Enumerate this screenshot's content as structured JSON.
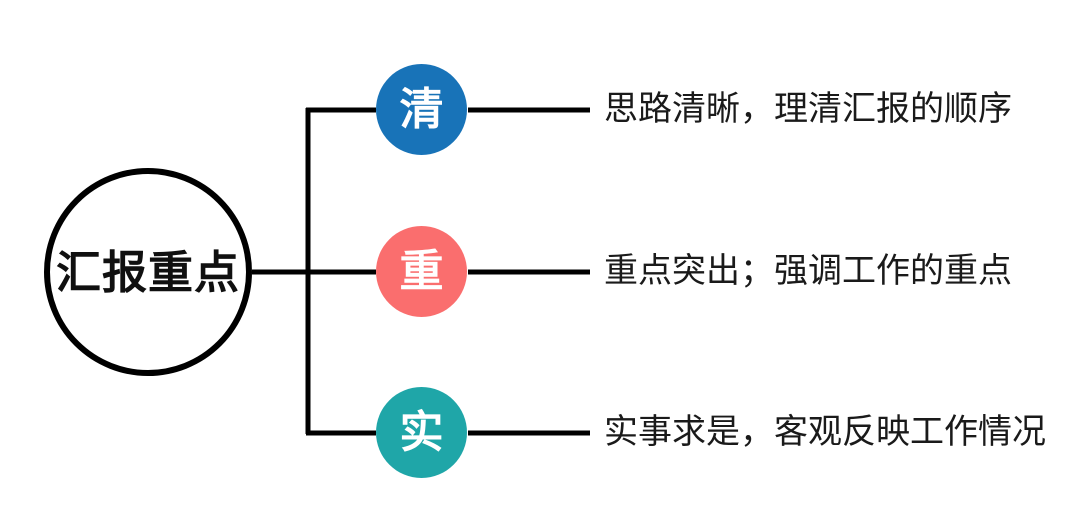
{
  "diagram": {
    "type": "mind-map",
    "background_color": "#ffffff",
    "line_color": "#000000",
    "root": {
      "label": "汇报重点",
      "shape": "circle",
      "outline_color": "#000000",
      "text_color": "#101010"
    },
    "branches": [
      {
        "key": "qing",
        "badge": "清",
        "color": "#1873B8",
        "text": "思路清晰，理清汇报的顺序"
      },
      {
        "key": "zhong",
        "badge": "重",
        "color": "#FA6E6E",
        "text": "重点突出；强调工作的重点"
      },
      {
        "key": "shi",
        "badge": "实",
        "color": "#1FA6A8",
        "text": "实事求是，客观反映工作情况"
      }
    ]
  }
}
